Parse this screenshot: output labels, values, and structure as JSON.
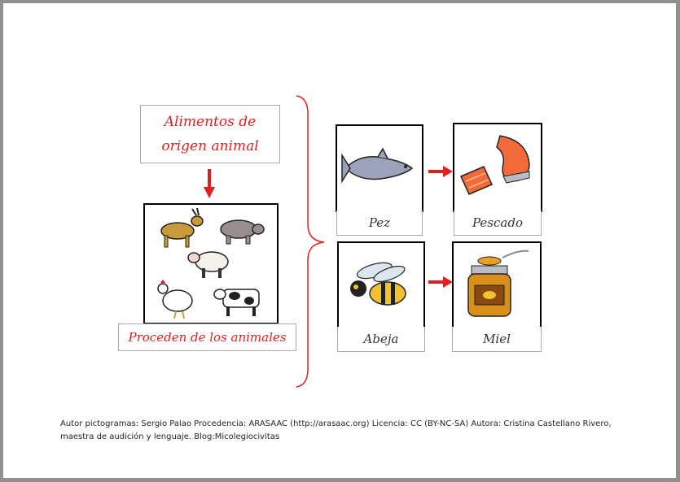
{
  "main": {
    "title": "Alimentos de\norigen animal",
    "animals_caption": "Proceden de los animales"
  },
  "pairs": [
    {
      "source": "Pez",
      "product": "Pescado"
    },
    {
      "source": "Abeja",
      "product": "Miel"
    }
  ],
  "footer": {
    "credits": "Autor pictogramas: Sergio Palao Procedencia: ARASAAC (http://arasaac.org) Licencia: CC (BY-NC-SA) Autora: Cristina Castellano Rivero, maestra de audición y lenguaje. Blog:Micolegiocivitas"
  },
  "colors": {
    "accent": "#e02020",
    "border": "#a9a9a9"
  },
  "icons": [
    "goat-icon",
    "pig-icon",
    "sheep-icon",
    "hen-icon",
    "cow-icon",
    "tuna-icon",
    "salmon-icon",
    "bee-icon",
    "honey-jar-icon"
  ]
}
